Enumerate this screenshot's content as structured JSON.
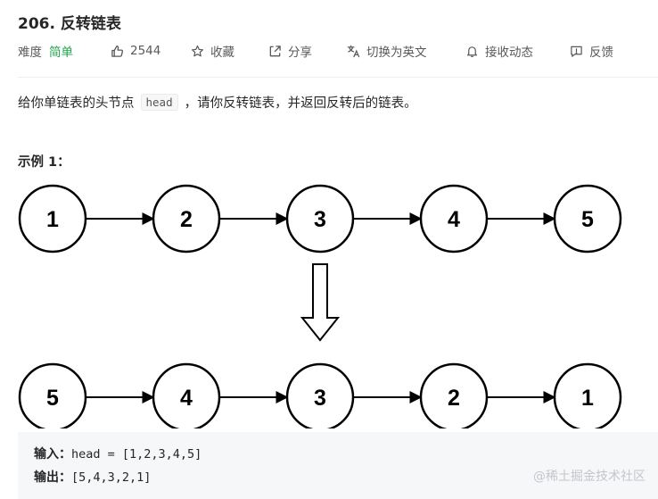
{
  "problem": {
    "title": "206. 反转链表"
  },
  "meta": {
    "difficulty_label": "难度",
    "difficulty_value": "简单",
    "likes": "2544",
    "favorite": "收藏",
    "share": "分享",
    "switch_lang": "切换为英文",
    "notify": "接收动态",
    "feedback": "反馈"
  },
  "description": {
    "before": "给你单链表的头节点",
    "code": "head",
    "after": "，请你反转链表，并返回反转后的链表。"
  },
  "example": {
    "title": "示例 1：",
    "input_label": "输入：",
    "input_value": "head = [1,2,3,4,5]",
    "output_label": "输出：",
    "output_value": "[5,4,3,2,1]"
  },
  "diagram": {
    "top_nodes": [
      "1",
      "2",
      "3",
      "4",
      "5"
    ],
    "bottom_nodes": [
      "5",
      "4",
      "3",
      "2",
      "1"
    ]
  },
  "watermark": "@稀土掘金技术社区",
  "icons": {
    "like": "thumbs-up-icon",
    "favorite": "star-icon",
    "share": "share-icon",
    "translate": "translate-icon",
    "notify": "bell-icon",
    "feedback": "feedback-icon"
  }
}
